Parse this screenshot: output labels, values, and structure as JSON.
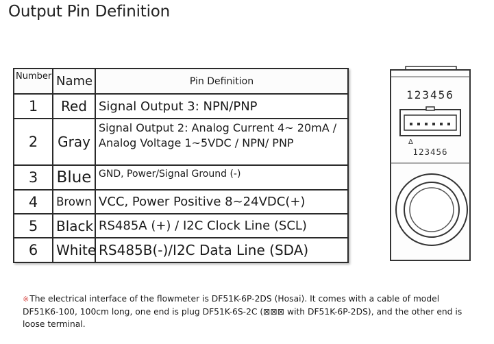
{
  "title": "Output Pin Definition",
  "table": {
    "headers": {
      "number": "Number",
      "name": "Name",
      "definition": "Pin Definition"
    },
    "rows": [
      {
        "number": "1",
        "name": "Red",
        "definition": "Signal Output 3: NPN/PNP"
      },
      {
        "number": "2",
        "name": "Gray",
        "definition": "Signal Output 2: Analog Current 4~ 20mA / Analog Voltage 1~5VDC / NPN/ PNP"
      },
      {
        "number": "3",
        "name": "Blue",
        "definition": "GND, Power/Signal Ground (-)"
      },
      {
        "number": "4",
        "name": "Brown",
        "definition": "VCC, Power Positive 8~24VDC(+)"
      },
      {
        "number": "5",
        "name": "Black",
        "definition": "RS485A (+) / I2C Clock Line (SCL)"
      },
      {
        "number": "6",
        "name": "White",
        "definition": "RS485B(-)/I2C Data Line (SDA)"
      }
    ]
  },
  "connector": {
    "top_pin_labels": "123456",
    "inner_pin_labels": "123456",
    "marker": "Δ"
  },
  "note": {
    "mark": "※",
    "text": "The electrical interface of the flowmeter is DF51K-6P-2DS (Hosai). It comes with a cable of model DF51K6-100, 100cm long, one end is plug DF51K-6S-2C (⊠⊠⊠ with DF51K-6P-2DS), and the other end is loose terminal."
  }
}
